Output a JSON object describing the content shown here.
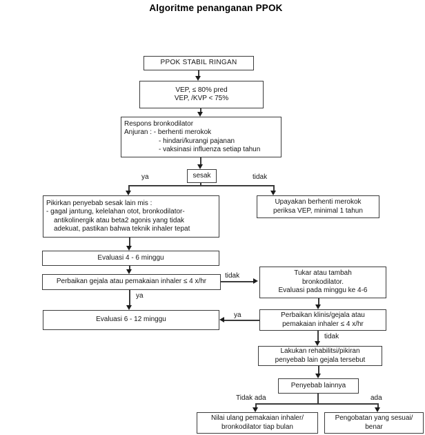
{
  "title": "Algoritme penanganan PPOK",
  "nodes": {
    "start": {
      "label": "PPOK STABIL RINGAN"
    },
    "vep": {
      "line1": "VEP, ≤ 80% pred",
      "line2": "VEP, /KVP < 75%"
    },
    "respons": {
      "line1": "Respons bronkodilator",
      "line2": "Anjuran : - berhenti merokok",
      "line3": "- hindari/kurangi pajanan",
      "line4": "- vaksinasi influenza setiap tahun"
    },
    "sesak": {
      "label": "sesak"
    },
    "pikirkan": {
      "line1": "Pikirkan penyebab sesak lain mis :",
      "line2": "- gagal jantung, kelelahan otot, bronkodilator-",
      "line3": "antikolinergik atau beta2 agonis yang tidak",
      "line4": "adekuat, pastikan bahwa teknik inhaler tepat"
    },
    "upayakan": {
      "line1": "Upayakan berhenti merokok",
      "line2": "periksa VEP, minimal 1 tahun"
    },
    "evaluasi46": {
      "label": "Evaluasi 4 - 6 minggu"
    },
    "perbaikan": {
      "label": "Perbaikan gejala atau pemakaian inhaler ≤ 4 x/hr"
    },
    "tukar": {
      "line1": "Tukar atau tambah",
      "line2": "bronkodilator.",
      "line3": "Evaluasi pada minggu ke 4-6"
    },
    "evaluasi612": {
      "label": "Evaluasi 6 - 12 minggu"
    },
    "klinis": {
      "line1": "Perbaikan klinis/gejala atau",
      "line2": "pemakaian inhaler ≤ 4 x/hr"
    },
    "lakukan": {
      "line1": "Lakukan rehabilitsi/pikiran",
      "line2": "penyebab lain gejala tersebut"
    },
    "penyebab": {
      "label": "Penyebab lainnya"
    },
    "nilai": {
      "line1": "Nilai ulang pemakaian inhaler/",
      "line2": "bronkodilator tiap bulan"
    },
    "pengobatan": {
      "line1": "Pengobatan yang sesuai/",
      "line2": "benar"
    }
  },
  "edge_labels": {
    "sesak_ya": "ya",
    "sesak_tidak": "tidak",
    "perbaikan_tidak": "tidak",
    "perbaikan_ya": "ya",
    "klinis_ya": "ya",
    "klinis_tidak": "tidak",
    "penyebab_tidak_ada": "Tidak ada",
    "penyebab_ada": "ada"
  },
  "colors": {
    "line": "#3a3a3a",
    "text": "#141414",
    "background": "#ffffff"
  }
}
